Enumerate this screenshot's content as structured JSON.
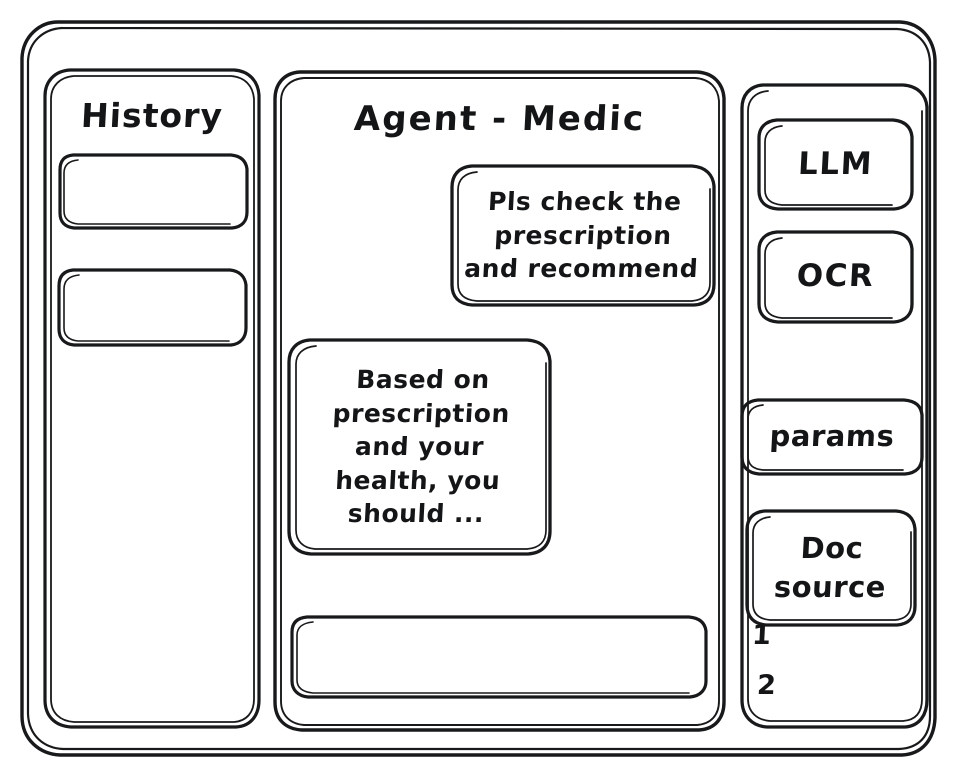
{
  "window": {
    "name": "app-window",
    "style": "hand-drawn-wireframe"
  },
  "history_panel": {
    "title": "History",
    "items": [
      {
        "label": ""
      },
      {
        "label": ""
      }
    ]
  },
  "main_panel": {
    "title": "Agent - Medic",
    "messages": [
      {
        "role": "user",
        "align": "right",
        "text": "Pls check the\nprescription\nand recommend"
      },
      {
        "role": "assistant",
        "align": "left",
        "text": "Based on\nprescription\nand your\nhealth, you\nshould ..."
      }
    ],
    "composer": {
      "value": "",
      "placeholder": ""
    }
  },
  "tools_panel": {
    "buttons": [
      {
        "label": "LLM"
      },
      {
        "label": "OCR"
      },
      {
        "label": "params"
      }
    ],
    "doc_source": {
      "label": "Doc\nsource",
      "items": [
        "1",
        "2"
      ]
    }
  },
  "colors": {
    "ink": "#18191a",
    "paper": "#ffffff"
  }
}
